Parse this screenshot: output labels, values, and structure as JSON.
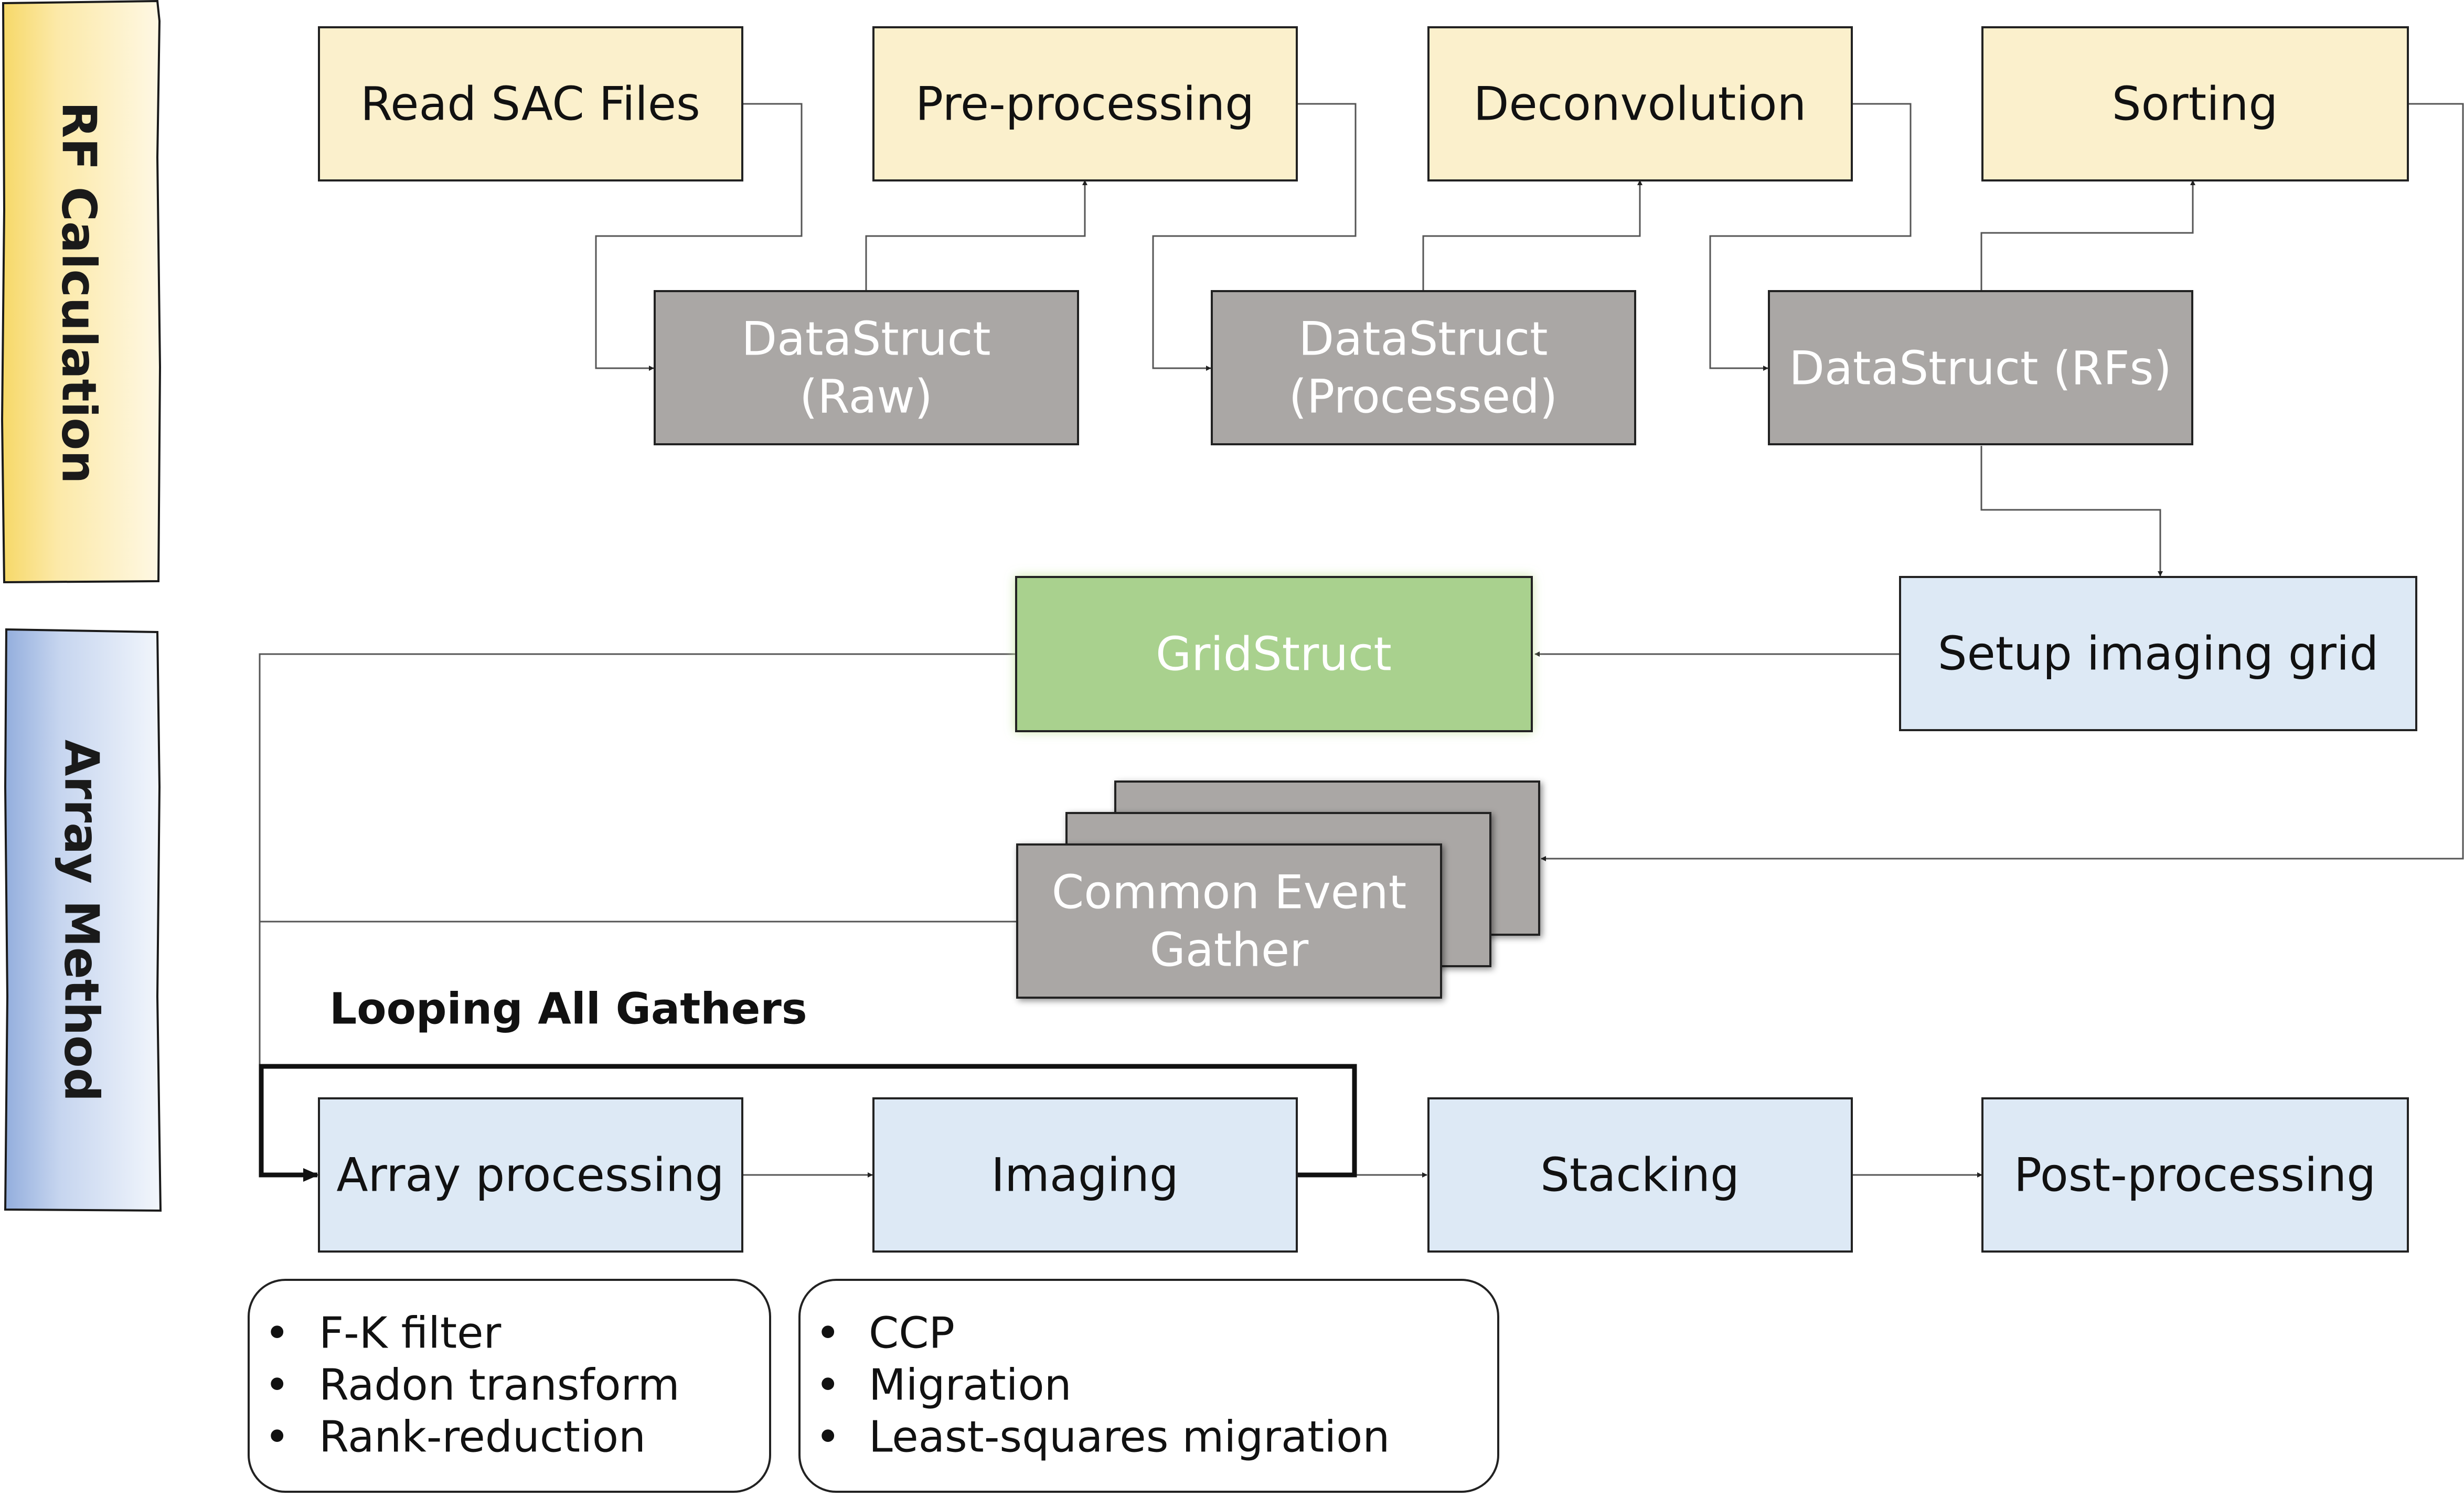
{
  "bands": {
    "rf_calculation": "RF Calculation",
    "array_method": "Array Method"
  },
  "boxes": {
    "read_sac": "Read SAC Files",
    "pre_processing": "Pre-processing",
    "deconvolution": "Deconvolution",
    "sorting": "Sorting",
    "datastruct_raw": [
      "DataStruct",
      "(Raw)"
    ],
    "datastruct_processed": [
      "DataStruct",
      "(Processed)"
    ],
    "datastruct_rfs": "DataStruct (RFs)",
    "gridstruct": "GridStruct",
    "setup_grid": "Setup imaging grid",
    "common_event_gather": [
      "Common Event",
      "Gather"
    ],
    "array_processing": "Array processing",
    "imaging": "Imaging",
    "stacking": "Stacking",
    "post_processing": "Post-processing"
  },
  "loop_label": "Looping All Gathers",
  "array_processing_methods": [
    "F-K filter",
    "Radon transform",
    "Rank-reduction"
  ],
  "imaging_methods": [
    "CCP",
    "Migration",
    "Least-squares migration"
  ],
  "colors": {
    "yellow_fill": "#FBF0CC",
    "gray_fill": "#AAA7A5",
    "blue_fill": "#DDE9F5",
    "green_fill": "#A9D18E",
    "band_yellow": "#FCE9A8",
    "band_blue": "#B4C7E7",
    "line": "#555555"
  }
}
